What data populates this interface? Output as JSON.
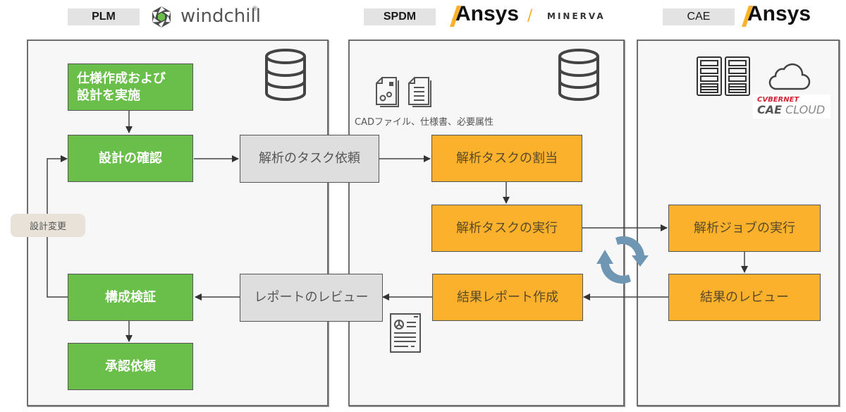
{
  "header": {
    "plm": {
      "tag": "PLM",
      "logo": "windchill",
      "logo_mark": "®"
    },
    "spdm": {
      "tag": "SPDM",
      "logo": "Ansys",
      "separator": "/",
      "sub_logo": "MINERVA"
    },
    "cae": {
      "tag": "CAE",
      "logo": "Ansys"
    }
  },
  "colors": {
    "green": "#6abf4b",
    "orange": "#fbb12b",
    "gray_box": "#dedede",
    "lane_bg": "#f7f7f7",
    "cycle": "#6f97b3",
    "ansys_accent": "#fbb12b",
    "cybernet_red": "#d3212f"
  },
  "plm": {
    "database_icon": "database-icon",
    "boxes": {
      "spec_design": "仕様作成および\n設計を実施",
      "design_review": "設計の確認",
      "config_verify": "構成検証",
      "approval_request": "承認依頼"
    },
    "note": "設計変更"
  },
  "spdm": {
    "database_icon": "database-icon",
    "files_caption": "CADファイル、仕様書、必要属性",
    "boxes": {
      "task_request": "解析のタスク依頼",
      "task_assign": "解析タスクの割当",
      "task_execute": "解析タスクの実行",
      "report_create": "結果レポート作成",
      "report_review": "レポートのレビュー"
    }
  },
  "cae": {
    "cloud_brand_top": "CVBERNET",
    "cloud_brand_main": "CAE",
    "cloud_brand_sub": "CLOUD",
    "boxes": {
      "job_execute": "解析ジョブの実行",
      "result_review": "結果のレビュー"
    }
  }
}
